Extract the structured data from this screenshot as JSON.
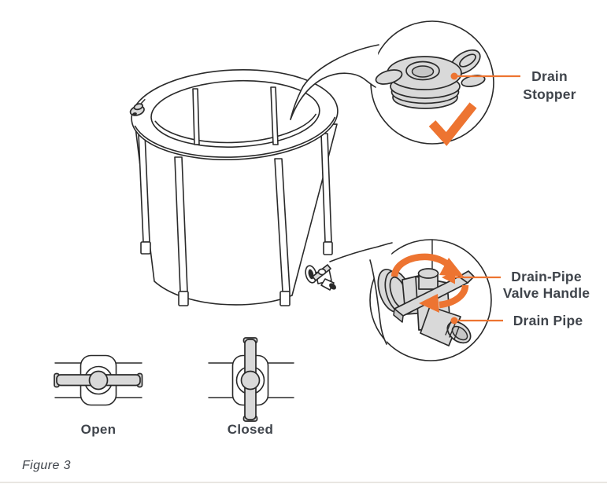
{
  "figure": {
    "caption": "Figure 3"
  },
  "callouts": {
    "drain_stopper": {
      "label_line1": "Drain",
      "label_line2": "Stopper"
    },
    "valve_handle": {
      "label_line1": "Drain-Pipe",
      "label_line2": "Valve Handle"
    },
    "drain_pipe": {
      "label": "Drain Pipe"
    }
  },
  "valve_positions": {
    "open_label": "Open",
    "closed_label": "Closed"
  },
  "icons": {
    "checkmark": "✓",
    "rotation_arrows": "↻",
    "leader_dot": "•",
    "leader_arrowhead": "◀"
  },
  "colors": {
    "accent_orange": "#ED7431",
    "line_art": "#2A2A2A",
    "label_text": "#3F444B",
    "part_fill": "#D9D9D9",
    "divider": "#E9E6E2"
  }
}
